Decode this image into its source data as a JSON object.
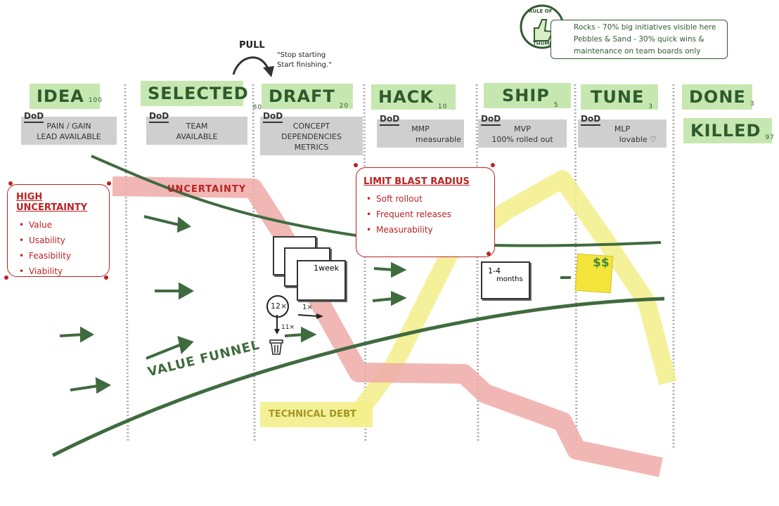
{
  "rule_of_thumb": {
    "badge_top": "RULE OF",
    "badge_bottom": "THUMB",
    "line1": "Rocks - 70% big initiatives visible here",
    "line2": "Pebbles & Sand - 30% quick wins &",
    "line3": "maintenance on team boards only"
  },
  "pull": {
    "label": "PULL",
    "quote_line1": "\"Stop starting",
    "quote_line2": "Start finishing.\""
  },
  "columns": [
    {
      "title": "IDEA",
      "count": "100",
      "dod": [
        "PAIN / GAIN",
        "LEAD AVAILABLE"
      ]
    },
    {
      "title": "SELECTED",
      "count": "80",
      "dod": [
        "TEAM",
        "AVAILABLE"
      ]
    },
    {
      "title": "DRAFT",
      "count": "20",
      "dod": [
        "CONCEPT",
        "DEPENDENCIES",
        "METRICS"
      ]
    },
    {
      "title": "HACK",
      "count": "10",
      "dod": [
        "MMP",
        "measurable"
      ]
    },
    {
      "title": "SHIP",
      "count": "5",
      "dod": [
        "MVP",
        "100% rolled out"
      ]
    },
    {
      "title": "TUNE",
      "count": "3",
      "dod": [
        "MLP",
        "lovable ♡"
      ]
    }
  ],
  "done": {
    "title": "DONE",
    "count": "3"
  },
  "killed": {
    "title": "KILLED",
    "count": "97"
  },
  "dod_tag": "DoD",
  "high_uncertainty": {
    "title": "HIGH UNCERTAINTY",
    "items": [
      "Value",
      "Usability",
      "Feasibility",
      "Viability"
    ]
  },
  "limit_blast_radius": {
    "title": "LIMIT BLAST RADIUS",
    "items": [
      "Soft rollout",
      "Frequent releases",
      "Measurability"
    ]
  },
  "labels": {
    "uncertainty": "UNCERTAINTY",
    "technical_debt": "TECHNICAL DEBT",
    "value_funnel": "VALUE FUNNEL",
    "one_week": "1week",
    "one_four_months_a": "1-4",
    "one_four_months_b": "months",
    "twelve_x": "12×",
    "one_x": "1×",
    "eleven_x": "11×",
    "money": "$$"
  },
  "colors": {
    "green_ink": "#2f5a2f",
    "green_fill": "#c6e8b0",
    "red_ink": "#b22222",
    "red_band": "#eeaaa8",
    "yellow_band": "#f3ef8a",
    "dod_gray": "#cfcfcf"
  }
}
